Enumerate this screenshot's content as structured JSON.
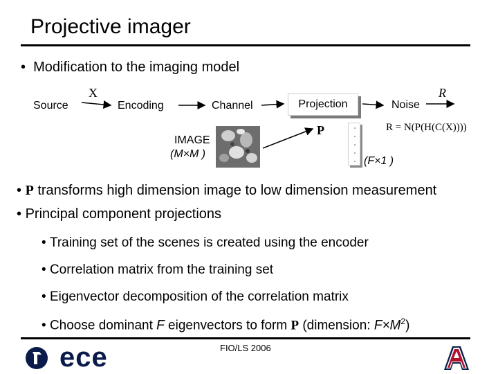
{
  "title": "Projective imager",
  "subtitle_bullet": "Modification to the imaging model",
  "diagram": {
    "source": "Source",
    "x_label": "X",
    "encoding": "Encoding",
    "channel": "Channel",
    "projection": "Projection",
    "noise": "Noise",
    "r_label": "R",
    "p_label": "P",
    "image_label": "IMAGE",
    "image_dims": "(M×M )",
    "equation": "R = N(P(H(C(X))))",
    "vector_dims": "(F×1 )"
  },
  "bullets_level1": [
    {
      "prefix": "P",
      "text": " transforms high dimension image to low dimension measurement"
    },
    {
      "prefix": "",
      "text": "Principal component projections"
    }
  ],
  "bullets_level2": [
    "Training set of the scenes is created using the encoder",
    "Correlation matrix from the training set",
    "Eigenvector decomposition of the correlation matrix",
    {
      "pre": "Choose dominant ",
      "f": "F",
      "mid": " eigenvectors to form ",
      "p": "P",
      "post": " (dimension: ",
      "dim": "F×M",
      "sup": "2",
      "close": ")"
    }
  ],
  "footer": {
    "center": "FIO/LS 2006",
    "logo_text": "ece"
  },
  "colors": {
    "accent_navy": "#0a1a4a",
    "ua_red": "#b0122c",
    "ua_blue": "#0c234b"
  }
}
